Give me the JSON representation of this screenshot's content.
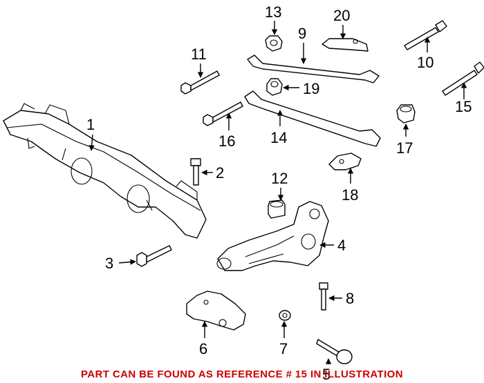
{
  "colors": {
    "footer_text": "#cc0000",
    "line_art": "#000000",
    "background": "#ffffff"
  },
  "callouts": {
    "c1": "1",
    "c2": "2",
    "c3": "3",
    "c4": "4",
    "c5": "5",
    "c6": "6",
    "c7": "7",
    "c8": "8",
    "c9": "9",
    "c10": "10",
    "c11": "11",
    "c12": "12",
    "c13": "13",
    "c14": "14",
    "c15": "15",
    "c16": "16",
    "c17": "17",
    "c18": "18",
    "c19": "19",
    "c20": "20"
  },
  "footer": {
    "text": "PART CAN BE FOUND AS REFERENCE # 15 IN ILLUSTRATION"
  }
}
